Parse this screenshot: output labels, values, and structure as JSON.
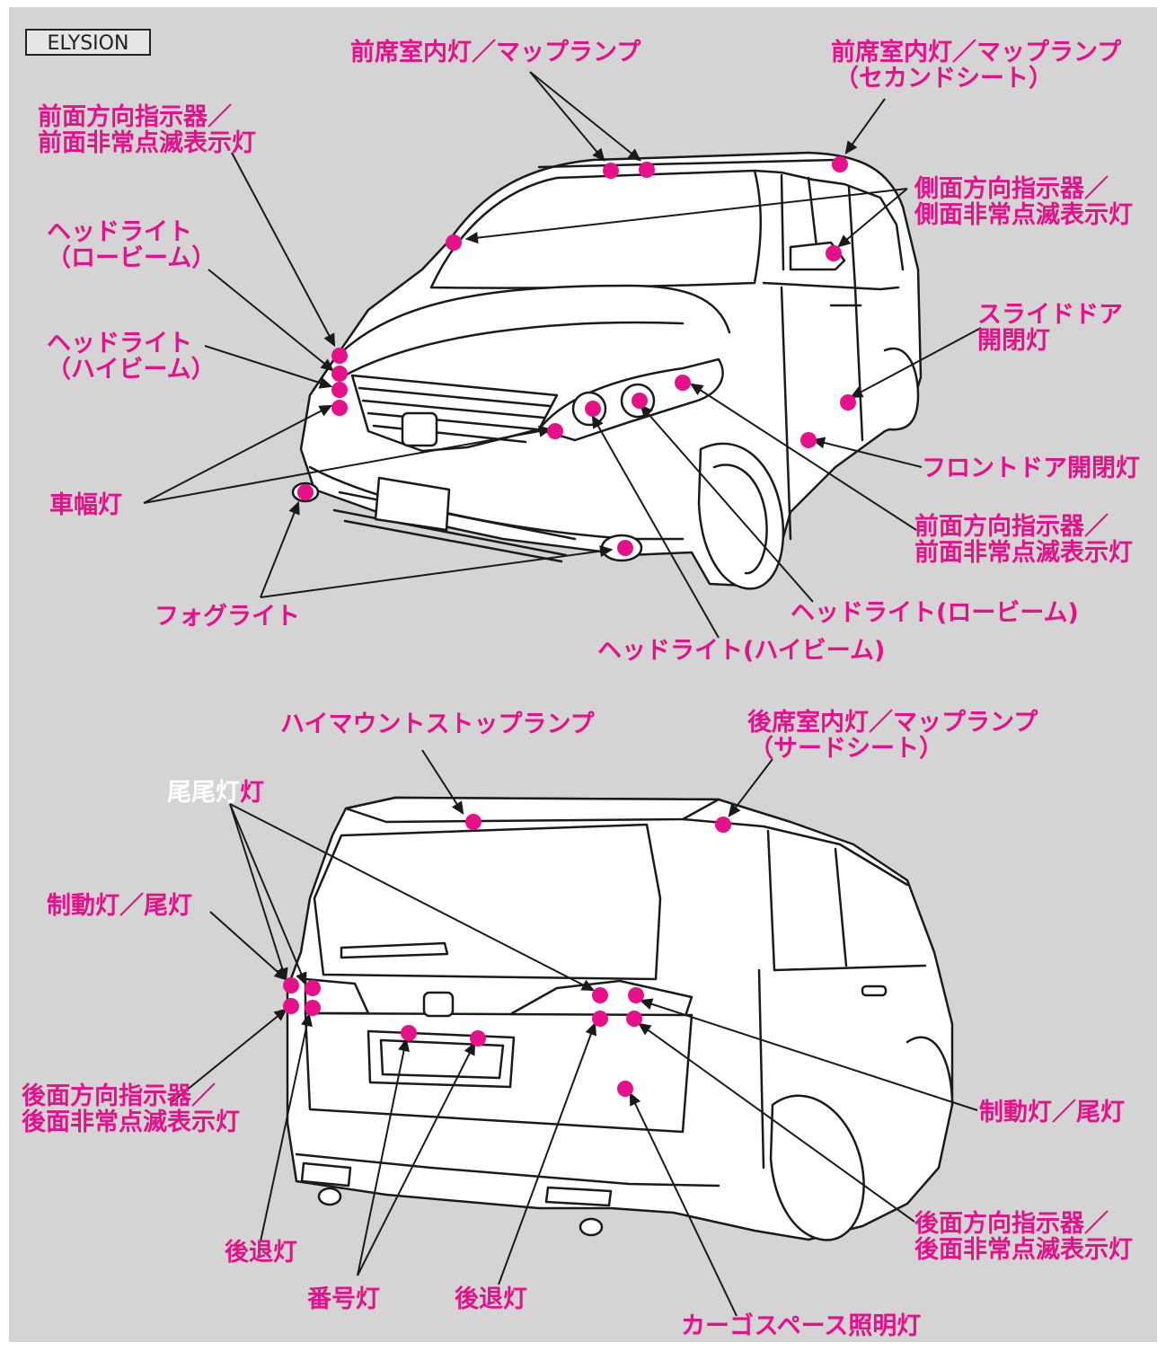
{
  "model_badge": "ELYSION",
  "front": {
    "map_lamp_front": "前席室内灯／マップランプ",
    "map_lamp_second": [
      "前席室内灯／マップランプ",
      "（セカンドシート）"
    ],
    "front_turn_left": [
      "前面方向指示器／",
      "前面非常点滅表示灯"
    ],
    "headlight_low_left": [
      "ヘッドライト",
      "（ロービーム）"
    ],
    "headlight_high_left": [
      "ヘッドライト",
      "（ハイビーム）"
    ],
    "side_turn": [
      "側面方向指示器／",
      "側面非常点滅表示灯"
    ],
    "slide_door": [
      "スライドドア",
      "開閉灯"
    ],
    "front_door": "フロントドア開閉灯",
    "front_turn_right": [
      "前面方向指示器／",
      "前面非常点滅表示灯"
    ],
    "clearance": "車幅灯",
    "fog": "フォグライト",
    "headlight_low_right": "ヘッドライト(ロービーム)",
    "headlight_high_right": "ヘッドライト(ハイビーム)"
  },
  "rear": {
    "high_mount": "ハイマウントストップランプ",
    "rear_map_lamp": [
      "後席室内灯／マップランプ",
      "（サードシート）"
    ],
    "tail": [
      "尾尾",
      "灯",
      "灯"
    ],
    "brake_tail_left": "制動灯／尾灯",
    "rear_turn_left": [
      "後面方向指示器／",
      "後面非常点滅表示灯"
    ],
    "reverse_left": "後退灯",
    "license": "番号灯",
    "reverse_right": "後退灯",
    "cargo": "カーゴスペース照明灯",
    "brake_tail_right": "制動灯／尾灯",
    "rear_turn_right": [
      "後面方向指示器／",
      "後面非常点滅表示灯"
    ]
  },
  "colors": {
    "panel_bg": "#d4d4d4",
    "label": "#e8108a",
    "dot": "#e8108a",
    "line": "#1a1a1a",
    "car_fill": "#ffffff"
  }
}
